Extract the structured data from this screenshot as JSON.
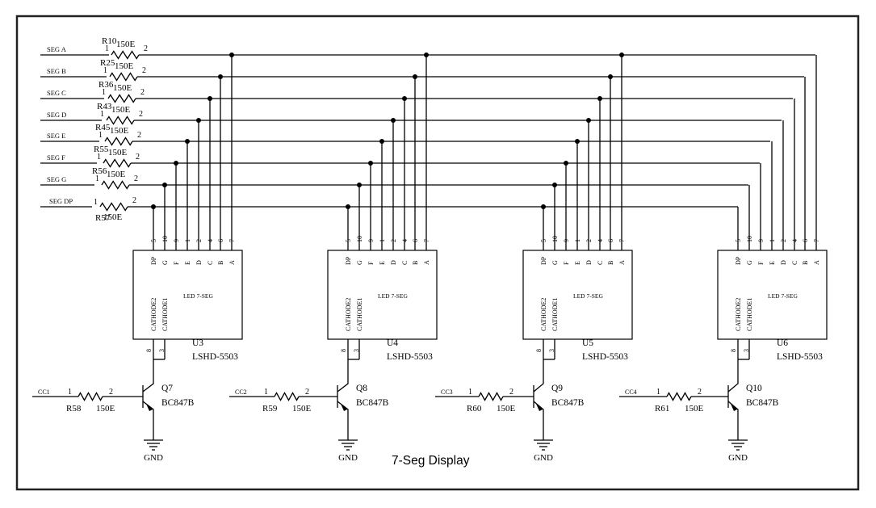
{
  "title": "7-Seg Display",
  "segments": [
    {
      "net": "SEG A",
      "ref": "R10",
      "value": "150E",
      "pin1": "1",
      "pin2": "2"
    },
    {
      "net": "SEG B",
      "ref": "R25",
      "value": "150E",
      "pin1": "1",
      "pin2": "2"
    },
    {
      "net": "SEG C",
      "ref": "R36",
      "value": "150E",
      "pin1": "1",
      "pin2": "2"
    },
    {
      "net": "SEG D",
      "ref": "R43",
      "value": "150E",
      "pin1": "1",
      "pin2": "2"
    },
    {
      "net": "SEG E",
      "ref": "R45",
      "value": "150E",
      "pin1": "1",
      "pin2": "2"
    },
    {
      "net": "SEG F",
      "ref": "R55",
      "value": "150E",
      "pin1": "1",
      "pin2": "2"
    },
    {
      "net": "SEG G",
      "ref": "R56",
      "value": "150E",
      "pin1": "1",
      "pin2": "2"
    },
    {
      "net": "SEG DP",
      "ref": "R57",
      "value": "150E",
      "pin1": "1",
      "pin2": "2"
    }
  ],
  "display_pins": [
    {
      "num": "5",
      "name": "DP"
    },
    {
      "num": "10",
      "name": "G"
    },
    {
      "num": "9",
      "name": "F"
    },
    {
      "num": "1",
      "name": "E"
    },
    {
      "num": "2",
      "name": "D"
    },
    {
      "num": "4",
      "name": "C"
    },
    {
      "num": "6",
      "name": "B"
    },
    {
      "num": "7",
      "name": "A"
    }
  ],
  "display_common": {
    "label": "LED 7-SEG",
    "cathode2": "CATHODE2",
    "cathode1": "CATHODE1",
    "cathode2_pin": "8",
    "cathode1_pin": "3"
  },
  "displays": [
    {
      "ref": "U3",
      "part": "LSHD-5503"
    },
    {
      "ref": "U4",
      "part": "LSHD-5503"
    },
    {
      "ref": "U5",
      "part": "LSHD-5503"
    },
    {
      "ref": "U6",
      "part": "LSHD-5503"
    }
  ],
  "drivers": [
    {
      "net": "CC1",
      "res_ref": "R58",
      "res_value": "150E",
      "pin1": "1",
      "pin2": "2",
      "q_ref": "Q7",
      "q_part": "BC847B",
      "gnd": "GND"
    },
    {
      "net": "CC2",
      "res_ref": "R59",
      "res_value": "150E",
      "pin1": "1",
      "pin2": "2",
      "q_ref": "Q8",
      "q_part": "BC847B",
      "gnd": "GND"
    },
    {
      "net": "CC3",
      "res_ref": "R60",
      "res_value": "150E",
      "pin1": "1",
      "pin2": "2",
      "q_ref": "Q9",
      "q_part": "BC847B",
      "gnd": "GND"
    },
    {
      "net": "CC4",
      "res_ref": "R61",
      "res_value": "150E",
      "pin1": "1",
      "pin2": "2",
      "q_ref": "Q10",
      "q_part": "BC847B",
      "gnd": "GND"
    }
  ]
}
